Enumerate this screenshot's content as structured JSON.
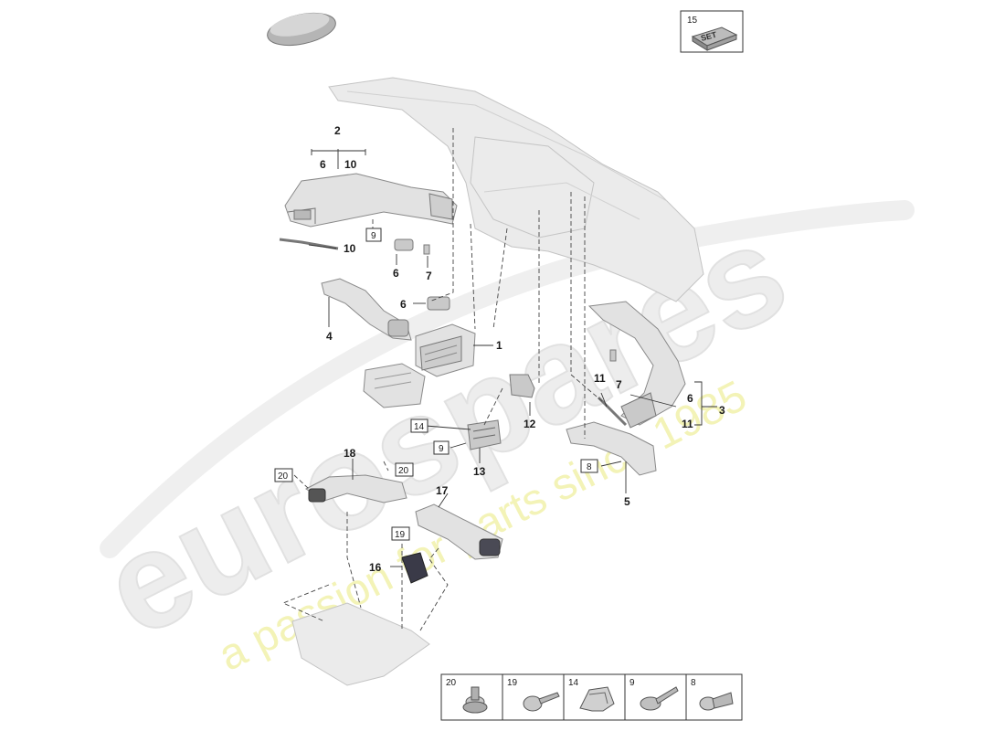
{
  "watermark": {
    "brand": "eurospares",
    "tagline": "a passion for parts since 1985",
    "brand_color": "#e4e4e4",
    "tagline_color": "#eeeea0"
  },
  "set_box": {
    "number": "15",
    "badge": "SET"
  },
  "callouts": {
    "c1": "1",
    "c2": "2",
    "c2_left": "6",
    "c2_right": "10",
    "c3": "3",
    "c3_top": "6",
    "c3_bottom": "11",
    "c4": "4",
    "c5": "5",
    "c6a": "6",
    "c6b": "6",
    "c7a": "7",
    "c7b": "7",
    "c10": "10",
    "c11": "11",
    "c12": "12",
    "c13": "13",
    "c16": "16",
    "c17": "17",
    "c18": "18",
    "box8": "8",
    "box9a": "9",
    "box9b": "9",
    "box14": "14",
    "box19": "19",
    "box20a": "20",
    "box20b": "20"
  },
  "fastener_legend": [
    {
      "number": "20",
      "icon": "screw-washer-icon"
    },
    {
      "number": "19",
      "icon": "pan-screw-icon"
    },
    {
      "number": "14",
      "icon": "spring-clip-icon"
    },
    {
      "number": "9",
      "icon": "flange-screw-icon"
    },
    {
      "number": "8",
      "icon": "expanding-rivet-icon"
    }
  ]
}
